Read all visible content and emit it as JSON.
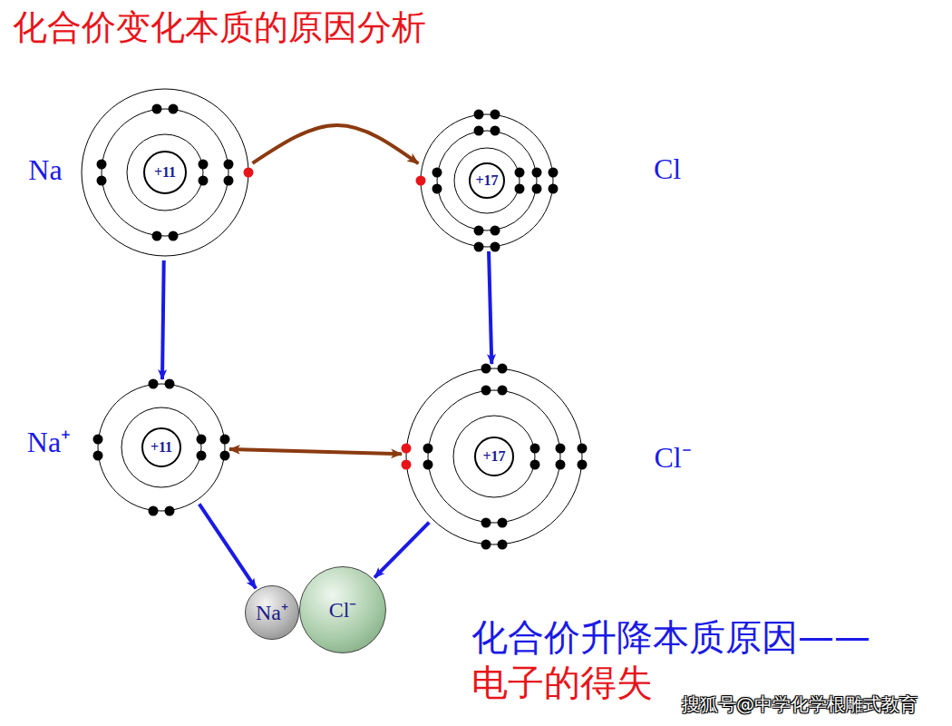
{
  "diagram": {
    "title": "化合价变化本质的原因分析",
    "nodes": [
      {
        "text": [
          "Na"
        ]
      },
      {
        "text": [
          "+11"
        ],
        "in": 0
      },
      {
        "text": [
          "Cl"
        ]
      },
      {
        "text": [
          "+17"
        ],
        "in": 2
      },
      {
        "text": [
          "Na⁺"
        ]
      },
      {
        "text": [
          "+11"
        ],
        "in": 4
      },
      {
        "text": [
          "Cl⁻"
        ]
      },
      {
        "text": [
          "+17"
        ],
        "in": 6
      },
      {
        "text": [
          "Na⁺"
        ]
      },
      {
        "text": [
          "Cl⁻"
        ]
      }
    ],
    "edges": [
      {
        "from": 0,
        "to": 2,
        "arrow": "to"
      },
      {
        "from": 0,
        "to": 4,
        "arrow": "to"
      },
      {
        "from": 2,
        "to": 6,
        "arrow": "to"
      },
      {
        "from": 4,
        "to": 6,
        "arrow": "both"
      },
      {
        "from": 4,
        "to": 8,
        "arrow": "to"
      },
      {
        "from": 6,
        "to": 9,
        "arrow": "to"
      }
    ],
    "labels": [
      "化合价升降本质原因——",
      "电子的得失",
      "搜狐号@中学化学根雕式教育"
    ]
  }
}
